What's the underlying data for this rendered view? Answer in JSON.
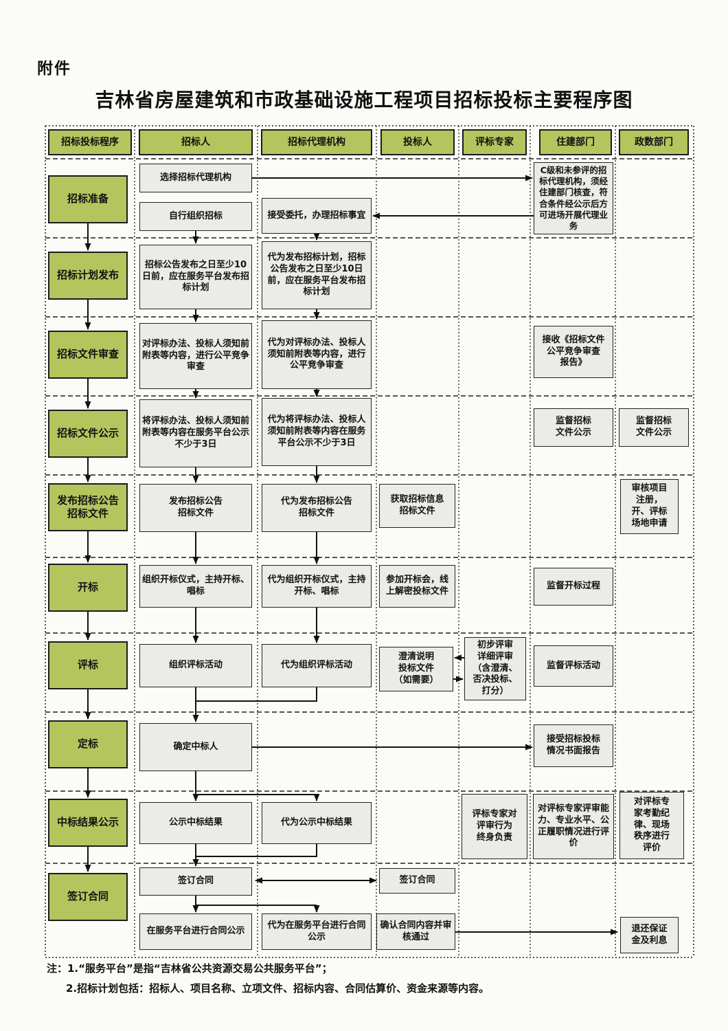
{
  "meta": {
    "attachment": "附件",
    "title": "吉林省房屋建筑和市政基础设施工程项目招标投标主要程序图"
  },
  "columns": [
    "招标投标程序",
    "招标人",
    "招标代理机构",
    "投标人",
    "评标专家",
    "住建部门",
    "政数部门"
  ],
  "stages": [
    "招标准备",
    "招标计划发布",
    "招标文件审查",
    "招标文件公示",
    "发布招标公告\n招标文件",
    "开标",
    "评标",
    "定标",
    "中标结果公示",
    "签订合同"
  ],
  "boxes": {
    "r1_select_agency": "选择招标代理机构",
    "r1_self_organize": "自行组织招标",
    "r1_accept_entrust": "接受委托，办理招标事宜",
    "r1_c_level": "C级和未参评的招标代理机构，须经住建部门核查，符合条件经公示后方可进场开展代理业务",
    "r2_tenderer": "招标公告发布之日至少10日前，应在服务平台发布招标计划",
    "r2_agency": "代为发布招标计划，招标公告发布之日至少10日前，应在服务平台发布招标计划",
    "r3_tenderer": "对评标办法、投标人须知前附表等内容，进行公平竞争审查",
    "r3_agency": "代为对评标办法、投标人须知前附表等内容，进行公平竞争审查",
    "r3_housing": "接收《招标文件\n公平竞争审查\n报告》",
    "r4_tenderer": "将评标办法、投标人须知前附表等内容在服务平台公示不少于3日",
    "r4_agency": "代为将评标办法、投标人须知前附表等内容在服务平台公示不少于3日",
    "r4_housing": "监督招标\n文件公示",
    "r4_gov": "监督招标\n文件公示",
    "r5_tenderer": "发布招标公告\n招标文件",
    "r5_agency": "代为发布招标公告\n招标文件",
    "r5_bidder": "获取招标信息\n招标文件",
    "r5_gov": "审核项目\n注册，\n开、评标\n场地申请",
    "r6_tenderer": "组织开标仪式，主持开标、唱标",
    "r6_agency": "代为组织开标仪式，主持开标、唱标",
    "r6_bidder": "参加开标会，线上解密投标文件",
    "r6_housing": "监督开标过程",
    "r7_tenderer": "组织评标活动",
    "r7_agency": "代为组织评标活动",
    "r7_bidder": "澄清说明\n投标文件\n（如需要）",
    "r7_expert": "初步评审\n详细评审\n（含澄清、\n否决投标、\n打分）",
    "r7_housing": "监督评标活动",
    "r8_tenderer": "确定中标人",
    "r8_housing": "接受招标投标\n情况书面报告",
    "r9_tenderer": "公示中标结果",
    "r9_agency": "代为公示中标结果",
    "r9_expert": "评标专家对\n评审行为\n终身负责",
    "r9_housing": "对评标专家评审能力、专业水平、公正履职情况进行评价",
    "r9_gov": "对评标专\n家考勤纪\n律、现场\n秩序进行\n评价",
    "r10_sign_tenderer": "签订合同",
    "r10_sign_bidder": "签订合同",
    "r10_publish_tenderer": "在服务平台进行合同公示",
    "r10_publish_agency": "代为在服务平台进行合同公示",
    "r10_confirm_bidder": "确认合同内容并审核通过",
    "r10_refund_gov": "退还保证\n金及利息"
  },
  "notes": [
    "注：1.“服务平台”是指“吉林省公共资源交易公共服务平台”；",
    "2.招标计划包括：招标人、项目名称、立项文件、招标内容、合同估算价、资金来源等内容。"
  ],
  "colors": {
    "stage_fill": "#b5c55e",
    "box_fill": "#ebebe8",
    "line": "#111111"
  }
}
